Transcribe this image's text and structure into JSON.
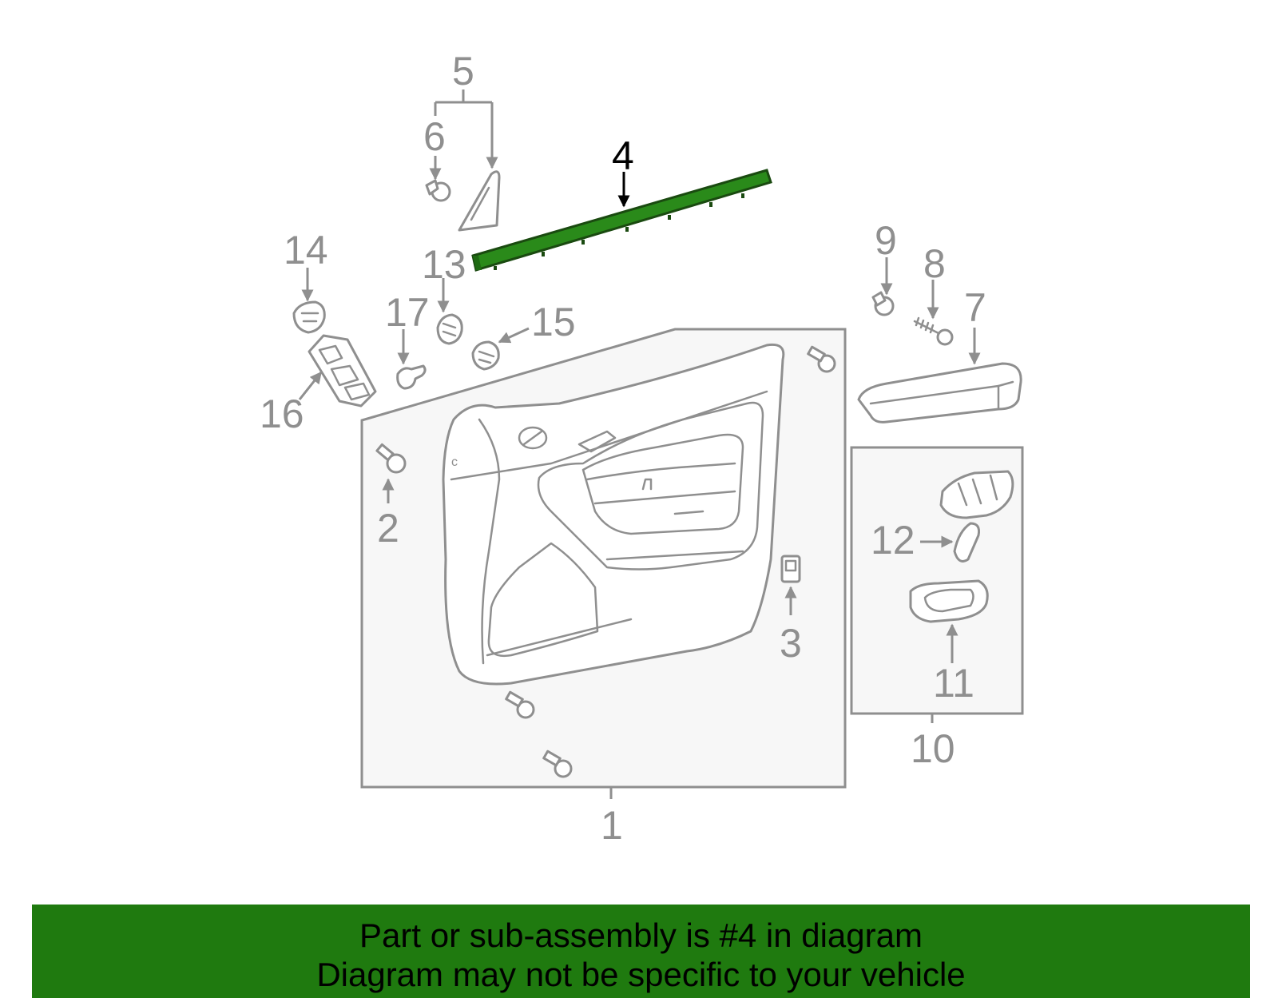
{
  "diagram": {
    "highlight_color": "#2a8a1a",
    "line_color": "#8f8f8f",
    "panel_fill": "#f7f7f7",
    "labels": {
      "p1": "1",
      "p2": "2",
      "p3": "3",
      "p4": "4",
      "p5": "5",
      "p6": "6",
      "p7": "7",
      "p8": "8",
      "p9": "9",
      "p10": "10",
      "p11": "11",
      "p12": "12",
      "p13": "13",
      "p14": "14",
      "p15": "15",
      "p16": "16",
      "p17": "17"
    },
    "highlighted_part": "4"
  },
  "banner": {
    "background": "#1f7a0f",
    "line1": "Part or sub-assembly is #4 in diagram",
    "line2": "Diagram may not be specific to your vehicle"
  }
}
